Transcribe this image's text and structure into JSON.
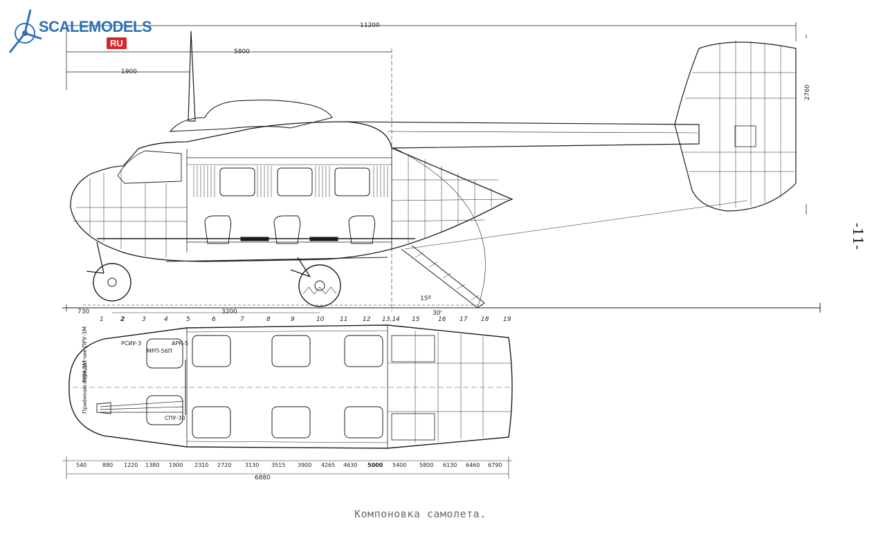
{
  "logo": {
    "text": "SCALEMODELS",
    "suffix": "RU",
    "star_color": "#d7262b",
    "text_color": "#2d6fb5"
  },
  "side_view": {
    "dim_overall_length": "11200",
    "dim_rotor_position": "5800",
    "dim_nose_to_cockpit": "1900",
    "dim_tail_height": "2760",
    "dim_wheelbase": "3200",
    "dim_nose_offset": "730",
    "angle_ramp": "15º",
    "angle_ground": "30'"
  },
  "stations": [
    "1",
    "2",
    "3",
    "4",
    "5",
    "6",
    "7",
    "8",
    "9",
    "10",
    "11",
    "12",
    "13,14",
    "15",
    "16",
    "17",
    "18",
    "19"
  ],
  "plan_view": {
    "station_distances": [
      "540",
      "880",
      "1220",
      "1380",
      "1900",
      "2310",
      "2720",
      "3130",
      "3515",
      "3900",
      "4265",
      "4630",
      "5000",
      "5400",
      "5800",
      "6130",
      "6460",
      "6790"
    ],
    "total_length": "6880",
    "equipment_labels": {
      "rsiu": "РСИУ-3",
      "arc": "АРК-5",
      "mrp": "МРП-56П",
      "receiver1": "Приёмник РУМ-3М",
      "receiver2": "передатчик ПРУ-3М",
      "sgu": "СПУ-30"
    }
  },
  "caption": "Компоновка самолета.",
  "page_number": "-11-"
}
